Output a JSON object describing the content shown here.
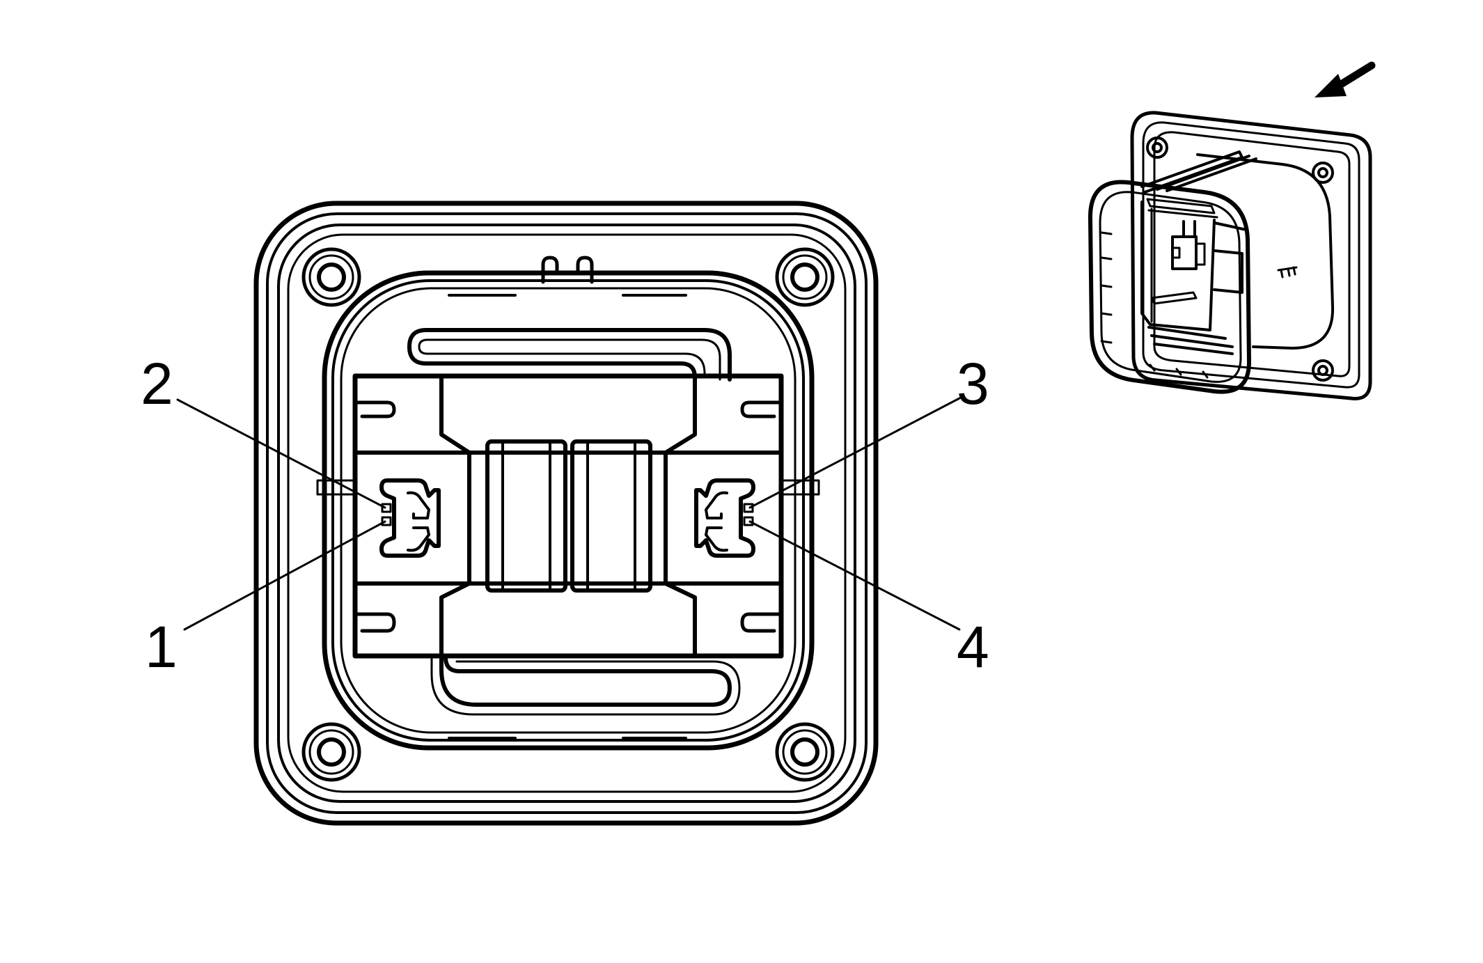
{
  "diagram": {
    "pin_labels": [
      {
        "id": "pin-1",
        "text": "1"
      },
      {
        "id": "pin-2",
        "text": "2"
      },
      {
        "id": "pin-3",
        "text": "3"
      },
      {
        "id": "pin-4",
        "text": "4"
      }
    ],
    "colors": {
      "line": "#000000",
      "background": "#ffffff"
    },
    "icons": [
      "view-direction-arrow-icon",
      "connector-perspective-icon"
    ]
  }
}
